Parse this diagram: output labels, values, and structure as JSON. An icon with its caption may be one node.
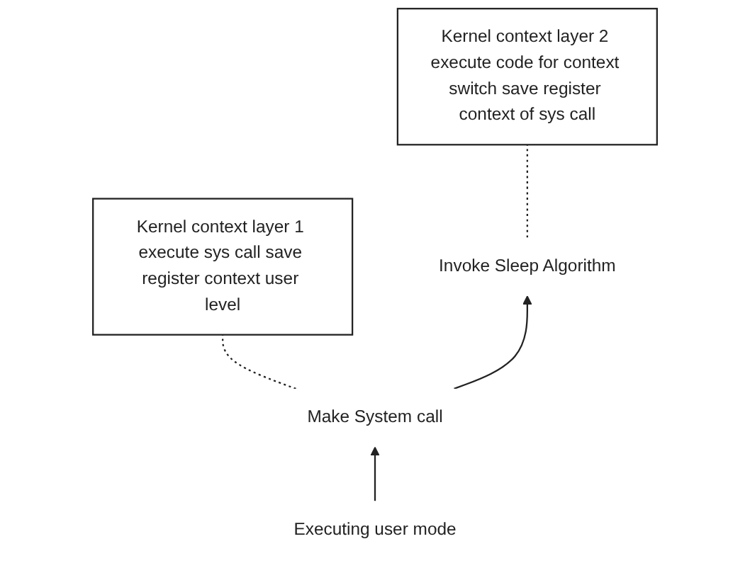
{
  "diagram": {
    "nodes": [
      {
        "text": [
          "Kernel context layer 2 execute code for context switch save register context of sys call"
        ]
      },
      {
        "text": [
          "Kernel context layer 1 execute sys call save register context user level"
        ]
      },
      {
        "text": [
          "Invoke Sleep Algorithm"
        ]
      },
      {
        "text": [
          "Make System call"
        ]
      },
      {
        "text": [
          "Executing user mode"
        ]
      }
    ],
    "edges": [
      {
        "from": 4,
        "to": 3,
        "arrow": "to"
      },
      {
        "from": 3,
        "to": 2,
        "arrow": "to"
      },
      {
        "from": 2,
        "to": 0,
        "arrow": "none",
        "style": "dashed"
      },
      {
        "from": 3,
        "to": 1,
        "arrow": "none",
        "style": "dashed"
      }
    ]
  }
}
